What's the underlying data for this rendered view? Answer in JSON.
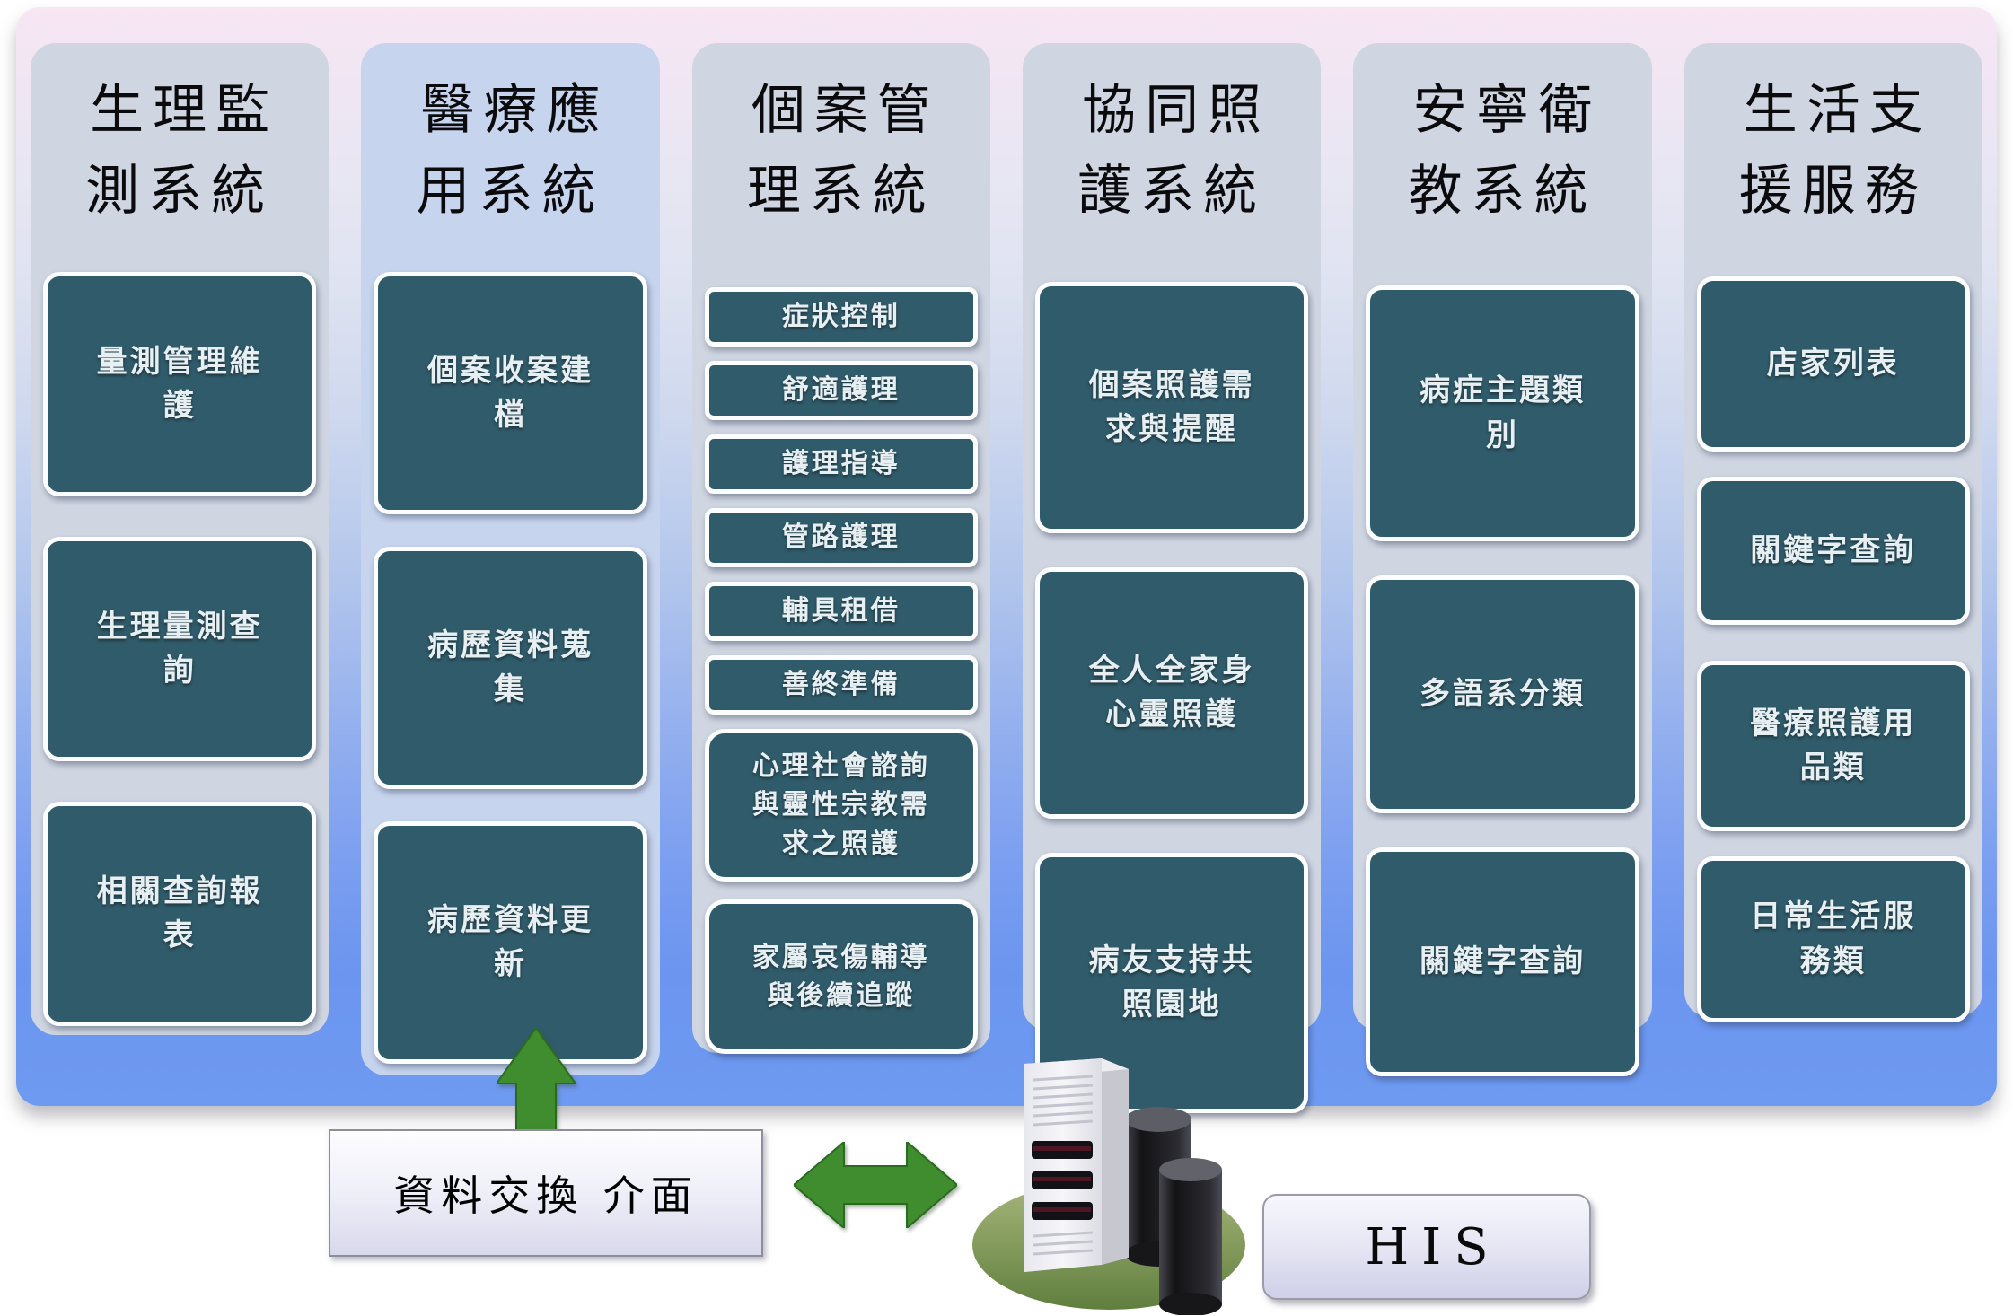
{
  "colors": {
    "panel_top_pink": "#f7e6f3",
    "panel_bottom_blue": "#6f9af1",
    "column_bg": "#cfd5e1",
    "column_medical_bg": "#c7d4ee",
    "feature_box_fill": "#305b6a",
    "feature_box_border": "#fbfdfe",
    "feature_box_text": "#e7eff2",
    "arrow_green": "#3f8d2e",
    "interface_box_bg": "#ededf7",
    "his_box_bg": "#e6e6f4",
    "server_base_green": "#7d9b55"
  },
  "columns": [
    {
      "title_lines": [
        "生理監",
        "測系統"
      ],
      "boxes": [
        {
          "label": [
            "量測管理維",
            "護"
          ]
        },
        {
          "label": [
            "生理量測查",
            "詢"
          ]
        },
        {
          "label": [
            "相關查詢報",
            "表"
          ]
        }
      ]
    },
    {
      "title_lines": [
        "醫療應",
        "用系統"
      ],
      "boxes": [
        {
          "label": [
            "個案收案建",
            "檔"
          ]
        },
        {
          "label": [
            "病歷資料蒐",
            "集"
          ]
        },
        {
          "label": [
            "病歷資料更",
            "新"
          ]
        }
      ]
    },
    {
      "title_lines": [
        "個案管",
        "理系統"
      ],
      "boxes": [
        {
          "label": [
            "症狀控制"
          ]
        },
        {
          "label": [
            "舒適護理"
          ]
        },
        {
          "label": [
            "護理指導"
          ]
        },
        {
          "label": [
            "管路護理"
          ]
        },
        {
          "label": [
            "輔具租借"
          ]
        },
        {
          "label": [
            "善終準備"
          ]
        },
        {
          "label": [
            "心理社會諮詢",
            "與靈性宗教需",
            "求之照護"
          ]
        },
        {
          "label": [
            "家屬哀傷輔導",
            "與後續追蹤"
          ]
        }
      ]
    },
    {
      "title_lines": [
        "協同照",
        "護系統"
      ],
      "boxes": [
        {
          "label": [
            "個案照護需",
            "求與提醒"
          ]
        },
        {
          "label": [
            "全人全家身",
            "心靈照護"
          ]
        },
        {
          "label": [
            "病友支持共",
            "照園地"
          ]
        }
      ]
    },
    {
      "title_lines": [
        "安寧衛",
        "教系統"
      ],
      "boxes": [
        {
          "label": [
            "病症主題類",
            "別"
          ]
        },
        {
          "label": [
            "多語系分類"
          ]
        },
        {
          "label": [
            "關鍵字查詢"
          ]
        }
      ]
    },
    {
      "title_lines": [
        "生活支",
        "援服務"
      ],
      "boxes": [
        {
          "label": [
            "店家列表"
          ]
        },
        {
          "label": [
            "關鍵字查詢"
          ]
        },
        {
          "label": [
            "醫療照護用",
            "品類"
          ]
        },
        {
          "label": [
            "日常生活服",
            "務類"
          ]
        }
      ]
    }
  ],
  "bottom": {
    "interface_label": "資料交換 介面",
    "his_label": "HIS",
    "server_icon": "server-database-icon"
  }
}
